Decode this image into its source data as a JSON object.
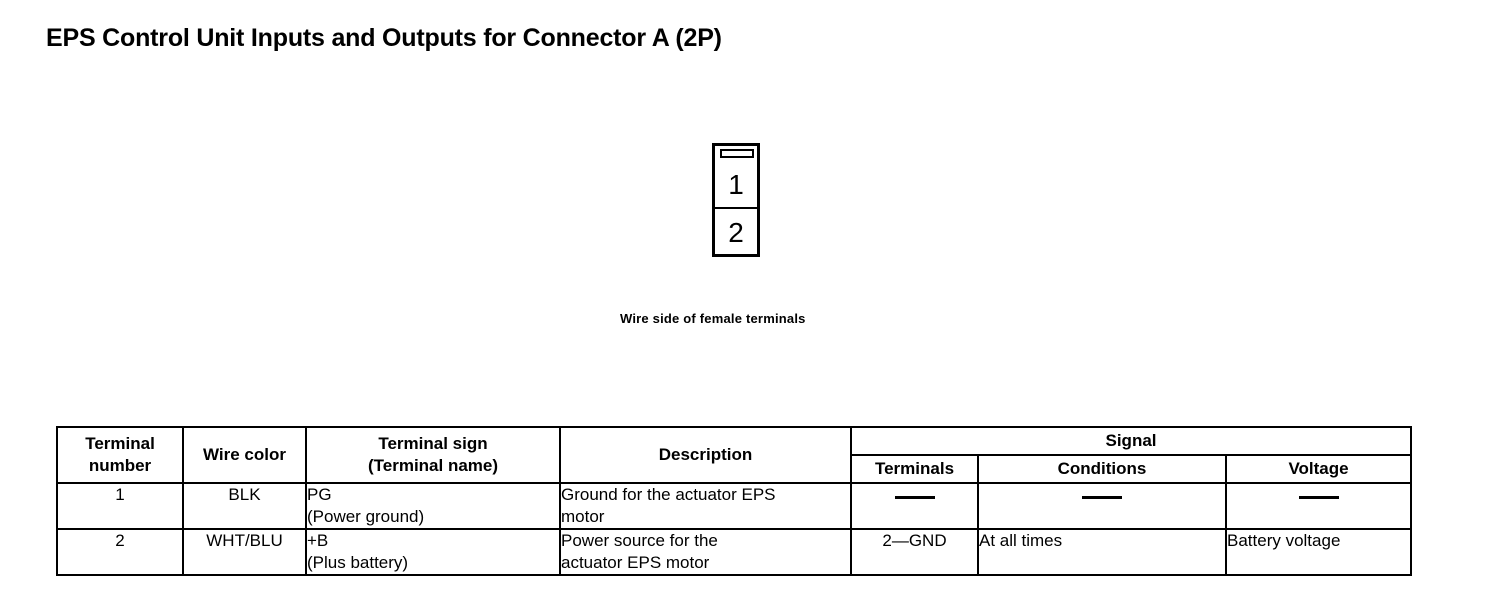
{
  "page": {
    "title": "EPS Control Unit Inputs and Outputs for Connector A (2P)"
  },
  "connector": {
    "caption": "Wire side of female terminals",
    "terminals": [
      {
        "label": "1"
      },
      {
        "label": "2"
      }
    ]
  },
  "table": {
    "headers": {
      "terminal_number_line1": "Terminal",
      "terminal_number_line2": "number",
      "wire_color": "Wire color",
      "terminal_sign_line1": "Terminal sign",
      "terminal_sign_line2": "(Terminal name)",
      "description": "Description",
      "signal": "Signal",
      "terminals": "Terminals",
      "conditions": "Conditions",
      "voltage": "Voltage"
    },
    "rows": [
      {
        "terminal_number": "1",
        "wire_color": "BLK",
        "terminal_sign_line1": "PG",
        "terminal_sign_line2": "(Power ground)",
        "description_line1": "Ground for the actuator EPS",
        "description_line2": "motor",
        "terminals": "",
        "conditions": "",
        "voltage": ""
      },
      {
        "terminal_number": "2",
        "wire_color": "WHT/BLU",
        "terminal_sign_line1": "+B",
        "terminal_sign_line2": "(Plus battery)",
        "description_line1": "Power source for the",
        "description_line2": "actuator EPS motor",
        "terminals": "2—GND",
        "conditions": "At all times",
        "voltage": "Battery voltage"
      }
    ]
  },
  "colors": {
    "ink": "#000000",
    "background": "#ffffff"
  }
}
